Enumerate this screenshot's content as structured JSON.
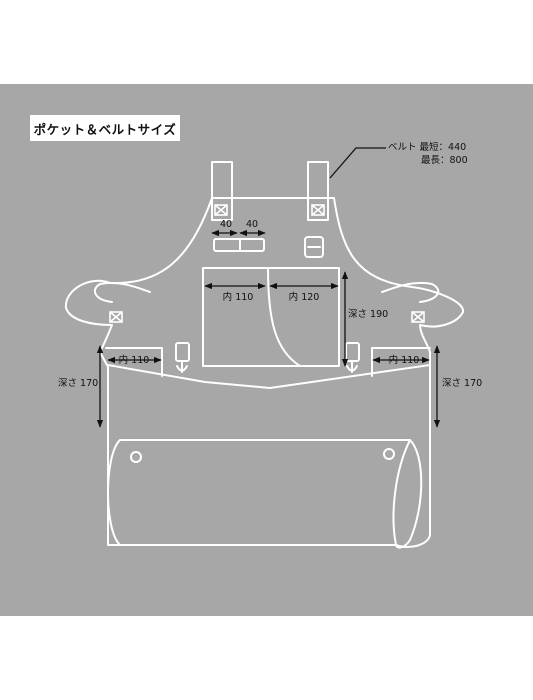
{
  "title": "ポケット＆ベルトサイズ",
  "belt_note": {
    "line1": "ベルト 最短：440",
    "line2": "最長：800"
  },
  "dimensions": {
    "strap_width_left": "40",
    "strap_width_right": "40",
    "chest_pocket_left_width": "内 110",
    "chest_pocket_right_width": "内 120",
    "chest_pocket_depth": "深さ 190",
    "side_pocket_left_width": "内 110",
    "side_pocket_right_width": "内 110",
    "side_pocket_left_depth": "深さ 170",
    "side_pocket_right_depth": "深さ 170"
  },
  "colors": {
    "background": "#a7a7a7",
    "outline": "#ffffff",
    "dimension": "#111111"
  }
}
